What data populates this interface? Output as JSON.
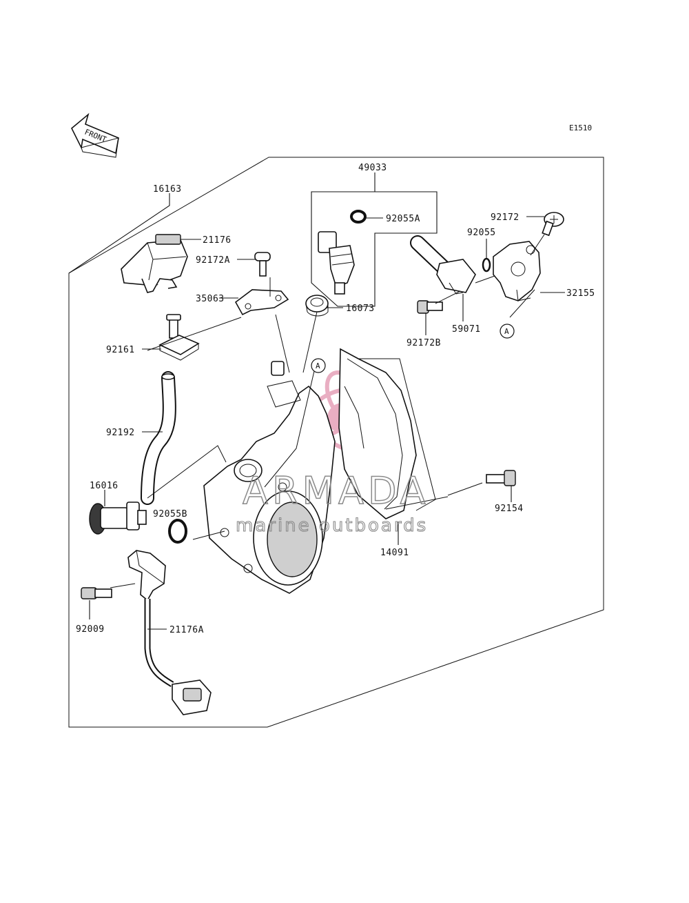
{
  "diagram_code": "E1510",
  "front_arrow_label": "FRONT",
  "ref_marker": "A",
  "watermark": {
    "brand": "ARMADA",
    "tagline": "marine outboards",
    "accent_color": "#e6a0b8"
  },
  "parts": {
    "p16163": "16163",
    "p21176": "21176",
    "p92172A": "92172A",
    "p35063": "35063",
    "p92161": "92161",
    "p92192": "92192",
    "p16016": "16016",
    "p92055B": "92055B",
    "p92009": "92009",
    "p21176A": "21176A",
    "p49033": "49033",
    "p92055A": "92055A",
    "p16073": "16073",
    "p92172": "92172",
    "p92055": "92055",
    "p32155": "32155",
    "p59071": "59071",
    "p92172B": "92172B",
    "p92154": "92154",
    "p14091": "14091"
  }
}
